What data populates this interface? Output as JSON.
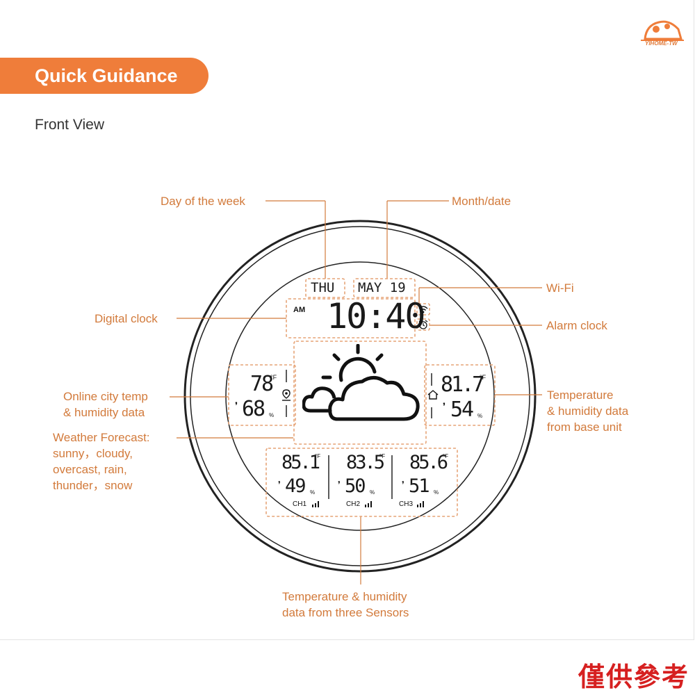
{
  "header": {
    "banner": "Quick Guidance",
    "subtitle": "Front View",
    "logo": "YIHOME-TW"
  },
  "callouts": {
    "day_of_week": "Day of the week",
    "month_date": "Month/date",
    "wifi": "Wi-Fi",
    "digital_clock": "Digital clock",
    "alarm_clock": "Alarm clock",
    "online_city": [
      "Online city temp",
      "& humidity data"
    ],
    "forecast": [
      "Weather Forecast:",
      "sunny，cloudy,",
      "overcast, rain,",
      "thunder，snow"
    ],
    "base_unit": [
      "Temperature",
      "& humidity data",
      "from base unit"
    ],
    "sensors": [
      "Temperature & humidity",
      "data from three  Sensors"
    ]
  },
  "display": {
    "day": "THU",
    "date": "MAY 19",
    "ampm": "AM",
    "time": "10:40",
    "city_temp": "78",
    "city_humidity": "68",
    "base_temp": "81.7",
    "base_humidity": "54",
    "temp_unit": "°F",
    "humidity_unit": "%",
    "channels": [
      {
        "temp": "85.1",
        "humidity": "49",
        "label": "CH1"
      },
      {
        "temp": "83.5",
        "humidity": "50",
        "label": "CH2"
      },
      {
        "temp": "85.6",
        "humidity": "51",
        "label": "CH3"
      }
    ]
  },
  "icons": [
    "wifi-icon",
    "alarm-icon",
    "location-pin-icon",
    "home-icon",
    "sun-cloud-icon",
    "signal-icon",
    "droplet-icon"
  ],
  "watermark": "僅供參考",
  "colors": {
    "accent": "#ef7d3a",
    "callout": "#d27a3b",
    "stamp": "#d62020",
    "lcd": "#1a1a1a"
  }
}
